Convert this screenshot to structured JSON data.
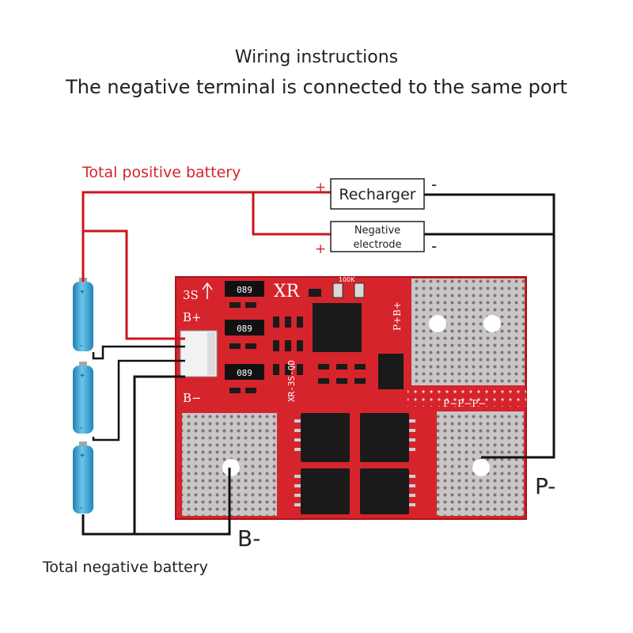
{
  "header": {
    "title": "Wiring instructions",
    "subtitle": "The negative terminal is connected to the same port"
  },
  "labels": {
    "total_positive": "Total positive battery",
    "total_negative": "Total negative battery",
    "p_minus": "P-",
    "b_minus": "B-"
  },
  "boxes": {
    "recharger": "Recharger",
    "negative_electrode_line1": "Negative",
    "negative_electrode_line2": "electrode"
  },
  "signs": {
    "plus": "+",
    "minus": "-"
  },
  "board": {
    "label_3s": "3S",
    "label_bplus": "B+",
    "label_bminus": "B−",
    "brand": "XR",
    "model": "XR-3S-QD",
    "resistor_code": "089",
    "tiny_code": "100K",
    "pad_labels": "P+B+",
    "pminus_row": "P−P−P−"
  },
  "battery": {
    "plus": "+",
    "minus": "-"
  },
  "colors": {
    "positive_wire": "#c8161d",
    "negative_wire": "#111111",
    "board_red": "#d6242c",
    "pad_silver": "#b8b8b8",
    "cell_blue": "#3aa6d6",
    "chip_black": "#1a1a1a",
    "label_red": "#d4242b"
  }
}
